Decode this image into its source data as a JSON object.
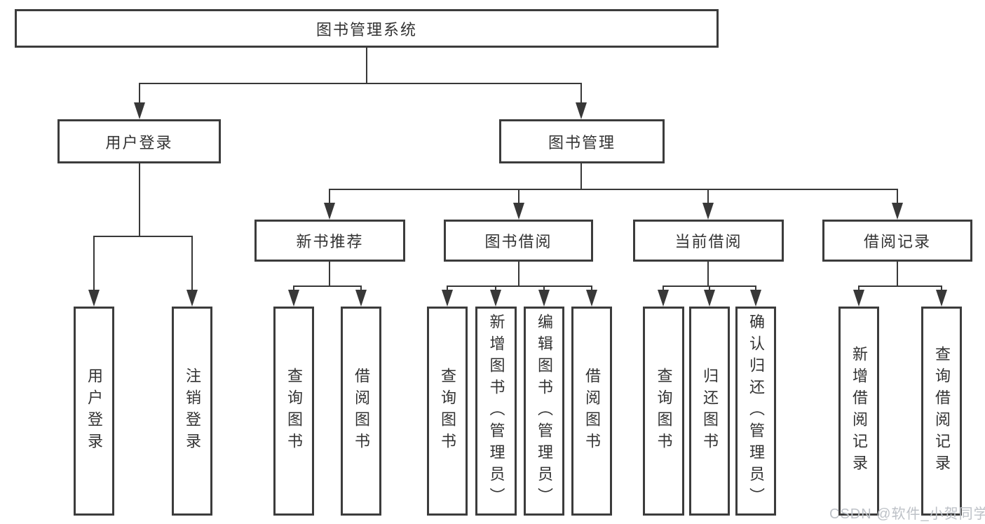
{
  "diagram": {
    "title": "图书管理系统",
    "root": {
      "label": "图书管理系统"
    },
    "level2": [
      {
        "label": "用户登录"
      },
      {
        "label": "图书管理"
      }
    ],
    "level3": [
      {
        "label": "新书推荐"
      },
      {
        "label": "图书借阅"
      },
      {
        "label": "当前借阅"
      },
      {
        "label": "借阅记录"
      }
    ],
    "leaves": [
      {
        "label": "用户登录",
        "parent": "用户登录"
      },
      {
        "label": "注销登录",
        "parent": "用户登录"
      },
      {
        "label": "查询图书",
        "parent": "新书推荐"
      },
      {
        "label": "借阅图书",
        "parent": "新书推荐"
      },
      {
        "label": "查询图书",
        "parent": "图书借阅"
      },
      {
        "label": "新增图书（管理员）",
        "parent": "图书借阅"
      },
      {
        "label": "编辑图书（管理员）",
        "parent": "图书借阅"
      },
      {
        "label": "借阅图书",
        "parent": "图书借阅"
      },
      {
        "label": "查询图书",
        "parent": "当前借阅"
      },
      {
        "label": "归还图书",
        "parent": "当前借阅"
      },
      {
        "label": "确认归还（管理员）",
        "parent": "当前借阅"
      },
      {
        "label": "新增借阅记录",
        "parent": "借阅记录"
      },
      {
        "label": "查询借阅记录",
        "parent": "借阅记录"
      }
    ]
  },
  "watermark": {
    "text": "CSDN @软件_小贺同学"
  },
  "colors": {
    "line": "#383838",
    "border": "#3c3c3c",
    "text": "#333333",
    "watermark": "#bdc1c7",
    "background": "#ffffff"
  }
}
